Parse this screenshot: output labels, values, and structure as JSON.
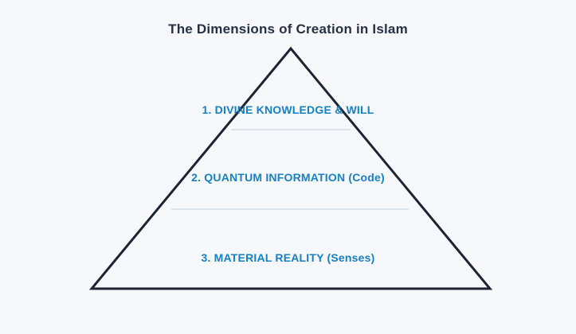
{
  "title": "The Dimensions of Creation in Islam",
  "pyramid": {
    "type": "triangle-hierarchy",
    "levels": [
      {
        "rank": 1,
        "label": "1. DIVINE KNOWLEDGE & WILL"
      },
      {
        "rank": 2,
        "label": "2. QUANTUM INFORMATION (Code)"
      },
      {
        "rank": 3,
        "label": "3. MATERIAL REALITY (Senses)"
      }
    ]
  },
  "colors": {
    "background": "#f7f8fb",
    "title_text": "#263044",
    "level_text": "#1581c5",
    "triangle_stroke": "#1c2433",
    "divider": "#dde3ec"
  }
}
